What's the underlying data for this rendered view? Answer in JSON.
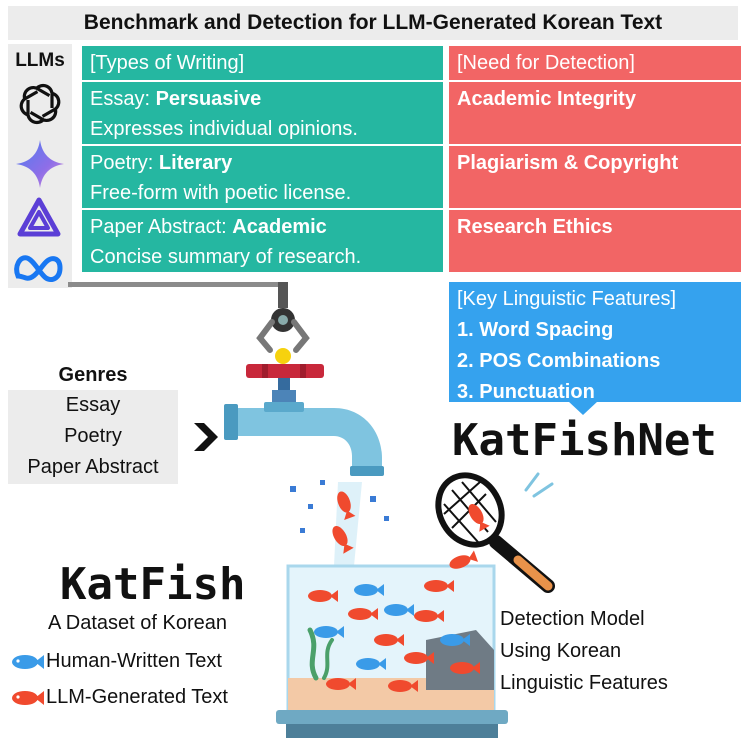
{
  "title": "Benchmark and Detection for LLM-Generated Korean Text",
  "llms": {
    "label": "LLMs",
    "icons": [
      "openai-logo-icon",
      "gemini-sparkle-icon",
      "qwen-logo-icon",
      "meta-logo-icon"
    ]
  },
  "types_of_writing": {
    "header": "[Types of Writing]",
    "rows": [
      {
        "prefix": "Essay: ",
        "emphasis": "Persuasive",
        "desc": "Expresses individual opinions."
      },
      {
        "prefix": "Poetry: ",
        "emphasis": "Literary",
        "desc": "Free-form with poetic license."
      },
      {
        "prefix": "Paper Abstract: ",
        "emphasis": "Academic",
        "desc": "Concise summary of research."
      }
    ]
  },
  "need_for_detection": {
    "header": "[Need for Detection]",
    "items": [
      "Academic Integrity",
      "Plagiarism & Copyright",
      "Research Ethics"
    ]
  },
  "key_features": {
    "header": "[Key Linguistic Features]",
    "items": [
      "1. Word Spacing",
      "2. POS Combinations",
      "3. Punctuation"
    ]
  },
  "genres": {
    "label": "Genres",
    "items": [
      "Essay",
      "Poetry",
      "Paper Abstract"
    ]
  },
  "katfishnet": {
    "name": "KatFishNet"
  },
  "katfish": {
    "name": "KatFish",
    "subtitle": "A Dataset of Korean",
    "legend": [
      {
        "label": "Human-Written Text",
        "color": "#3a9be8"
      },
      {
        "label": "LLM-Generated Text",
        "color": "#f04a2e"
      }
    ]
  },
  "detection_model": {
    "lines": [
      "Detection Model",
      "Using Korean",
      "Linguistic Features"
    ]
  },
  "colors": {
    "green": "#25b7a1",
    "red": "#f26565",
    "blue": "#35a2ee",
    "panel": "#ececec"
  }
}
